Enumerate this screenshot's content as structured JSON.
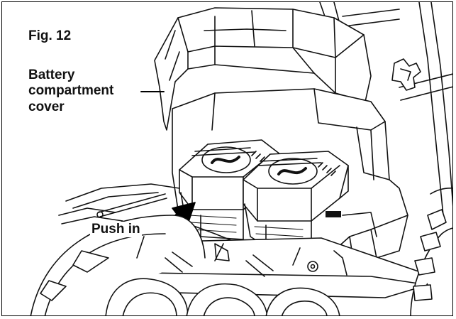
{
  "figure": {
    "number_label": "Fig. 12",
    "callouts": {
      "cover_line1": "Battery",
      "cover_line2": "compartment",
      "cover_line3": "cover",
      "push": "Push in"
    },
    "colors": {
      "ink": "#111111",
      "paper": "#ffffff",
      "arrow": "#000000",
      "shade": "#d6d6d6"
    },
    "icons": [
      "push-arrow-icon",
      "battery-logo-icon"
    ]
  }
}
